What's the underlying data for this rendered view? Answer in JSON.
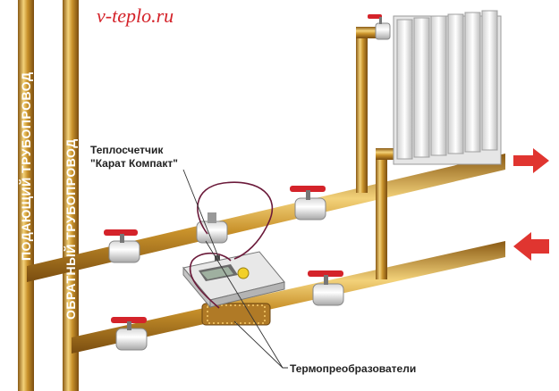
{
  "site_watermark": "v-teplo.ru",
  "labels": {
    "supply_pipe": "ПОДАЮЩИЙ ТРУБОПРОВОД",
    "return_pipe": "ОБРАТНЫЙ ТРУБОПРОВОД",
    "heat_meter_line1": "Теплосчетчик",
    "heat_meter_line2": "\"Карат Компакт\"",
    "thermal_sensors": "Термопреобразователи"
  },
  "icons": {
    "outlet_arrow": "arrow-right-icon",
    "inlet_arrow": "arrow-left-icon",
    "valve": "ball-valve-icon",
    "radiator": "radiator-icon",
    "meter": "heat-meter-icon"
  },
  "colors": {
    "pipe": "#c9922b",
    "pipe_highlight": "#f3d27a",
    "pipe_shadow": "#8a5a14",
    "valve_handle": "#d4232a",
    "arrow": "#e03530",
    "wire": "#6b1a3a",
    "site_text": "#d4232a",
    "label_text": "#222222"
  }
}
